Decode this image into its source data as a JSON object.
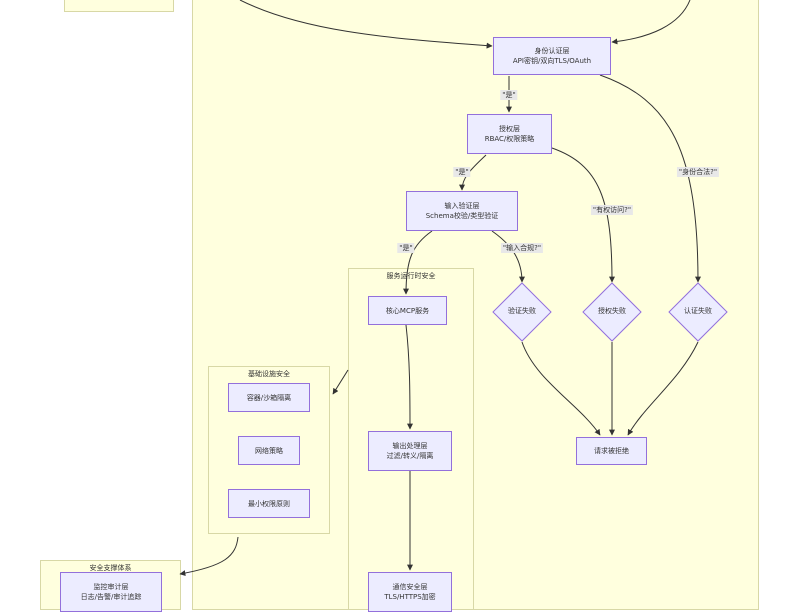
{
  "colors": {
    "cluster_fill": "#ffffde",
    "cluster_border": "#d8d8a6",
    "node_fill": "#ececff",
    "node_border": "#9370db",
    "edge": "#333333",
    "edge_label_bg": "#e8e8e8"
  },
  "clusters": {
    "runtime": "服务运行时安全",
    "infra": "基础设施安全",
    "support": "安全支撑体系"
  },
  "nodes": {
    "auth": {
      "line1": "身份认证层",
      "line2": "API密钥/双向TLS/OAuth"
    },
    "authz": {
      "line1": "授权层",
      "line2": "RBAC/权限策略"
    },
    "validate": {
      "line1": "输入验证层",
      "line2": "Schema校验/类型验证"
    },
    "core": {
      "line1": "核心MCP服务"
    },
    "output": {
      "line1": "输出处理层",
      "line2": "过滤/转义/隔离"
    },
    "transport": {
      "line1": "通信安全层",
      "line2": "TLS/HTTPS加密"
    },
    "container": {
      "line1": "容器/沙箱隔离"
    },
    "network": {
      "line1": "网络策略"
    },
    "least_priv": {
      "line1": "最小权限原则"
    },
    "monitor": {
      "line1": "监控审计层",
      "line2": "日志/告警/审计追踪"
    },
    "validate_fail": {
      "line1": "验证失败"
    },
    "authz_fail": {
      "line1": "授权失败"
    },
    "auth_fail": {
      "line1": "认证失败"
    },
    "rejected": {
      "line1": "请求被拒绝"
    }
  },
  "edge_labels": {
    "auth_yes": "\"是\"",
    "authz_yes": "\"是\"",
    "validate_yes": "\"是\"",
    "valid_input": "\"输入合规?\"",
    "authorized": "\"有权访问?\"",
    "identity_ok": "\"身份合法?\""
  }
}
